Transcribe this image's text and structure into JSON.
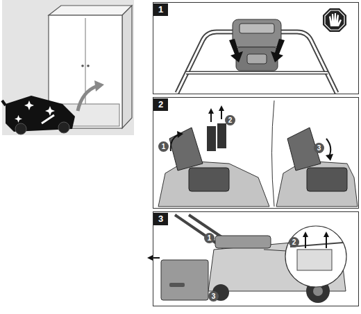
{
  "diagram": {
    "nodes": [
      {
        "text": [
          "1"
        ]
      },
      {
        "text": [
          "2"
        ]
      },
      {
        "text": [
          "3"
        ]
      }
    ],
    "labels": [
      "1",
      "2",
      "3",
      "1",
      "2",
      "3"
    ]
  }
}
